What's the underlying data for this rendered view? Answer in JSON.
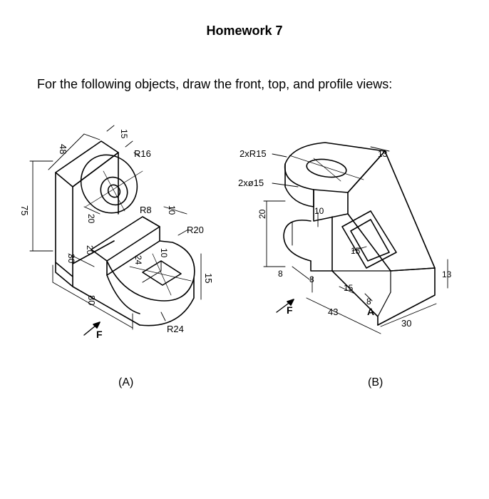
{
  "header": {
    "title": "Homework 7"
  },
  "instructions": "For the following objects, draw the front, top, and profile views:",
  "figures": [
    {
      "caption": "(A)",
      "arrow_label": "F",
      "dimensions": {
        "d48": "48",
        "d75": "75",
        "d15": "15",
        "r16": "R16",
        "r8": "R8",
        "d10a": "10",
        "r20": "R20",
        "d20a": "20",
        "d20b": "20",
        "d30": "30",
        "d24": "24",
        "d10b": "10",
        "d15b": "15",
        "d80": "80",
        "r24": "R24"
      }
    },
    {
      "caption": "(B)",
      "arrow_label": "F",
      "dimensions": {
        "r15": "2xR15",
        "dia15": "2xø15",
        "d20": "20",
        "d10": "10",
        "d13a": "13",
        "d15a": "15",
        "d8a": "8",
        "d8b": "8",
        "d15b": "15",
        "d8c": "8",
        "d43": "43",
        "a": "A",
        "d13b": "13",
        "d30": "30"
      }
    }
  ]
}
